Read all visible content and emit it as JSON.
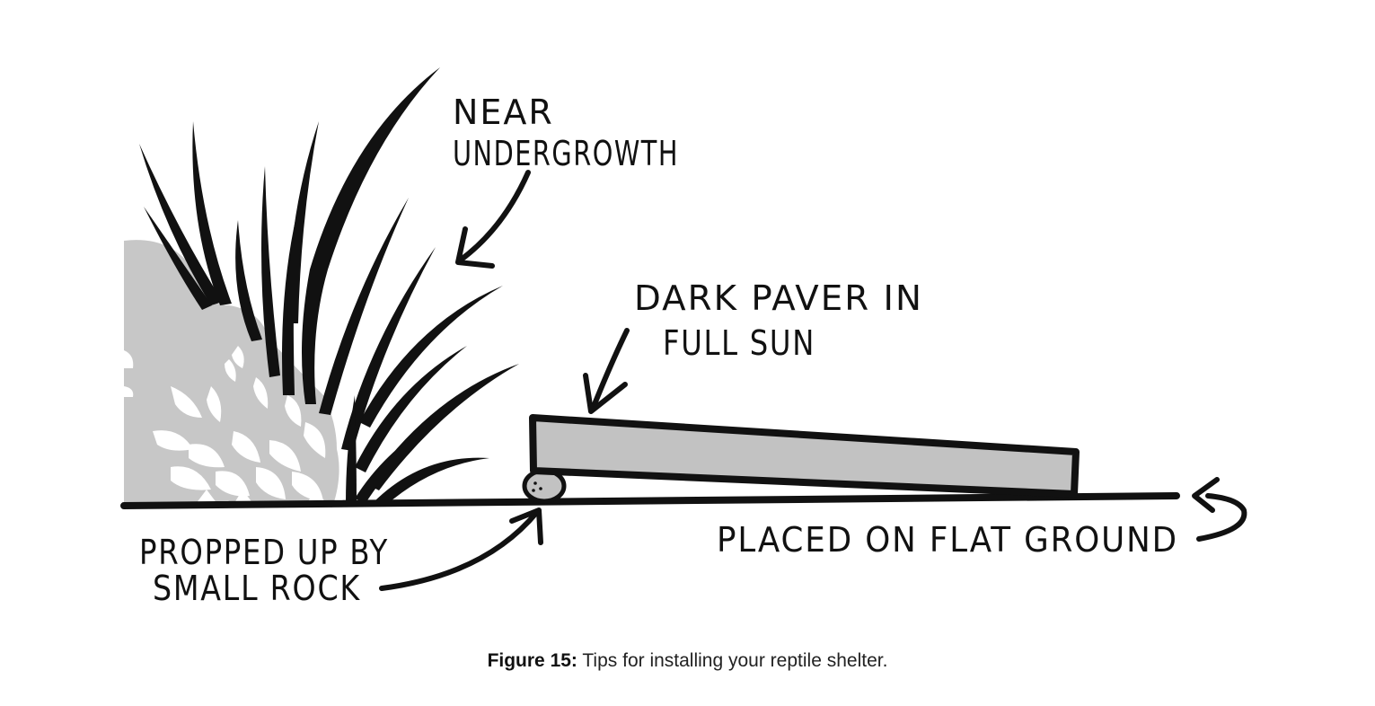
{
  "labels": {
    "undergrowth_line1": "NEAR",
    "undergrowth_line2": "UNDERGROWTH",
    "paver_line1": "DARK PAVER IN",
    "paver_line2": "FULL SUN",
    "rock_line1": "PROPPED UP BY",
    "rock_line2": "SMALL ROCK",
    "ground": "PLACED ON FLAT GROUND"
  },
  "caption": {
    "label": "Figure 15:",
    "text": " Tips for installing your reptile shelter."
  },
  "colors": {
    "ink": "#111111",
    "fill_gray": "#c2c2c2",
    "bush_gray": "#c7c7c7",
    "leaf_white": "#ffffff"
  }
}
